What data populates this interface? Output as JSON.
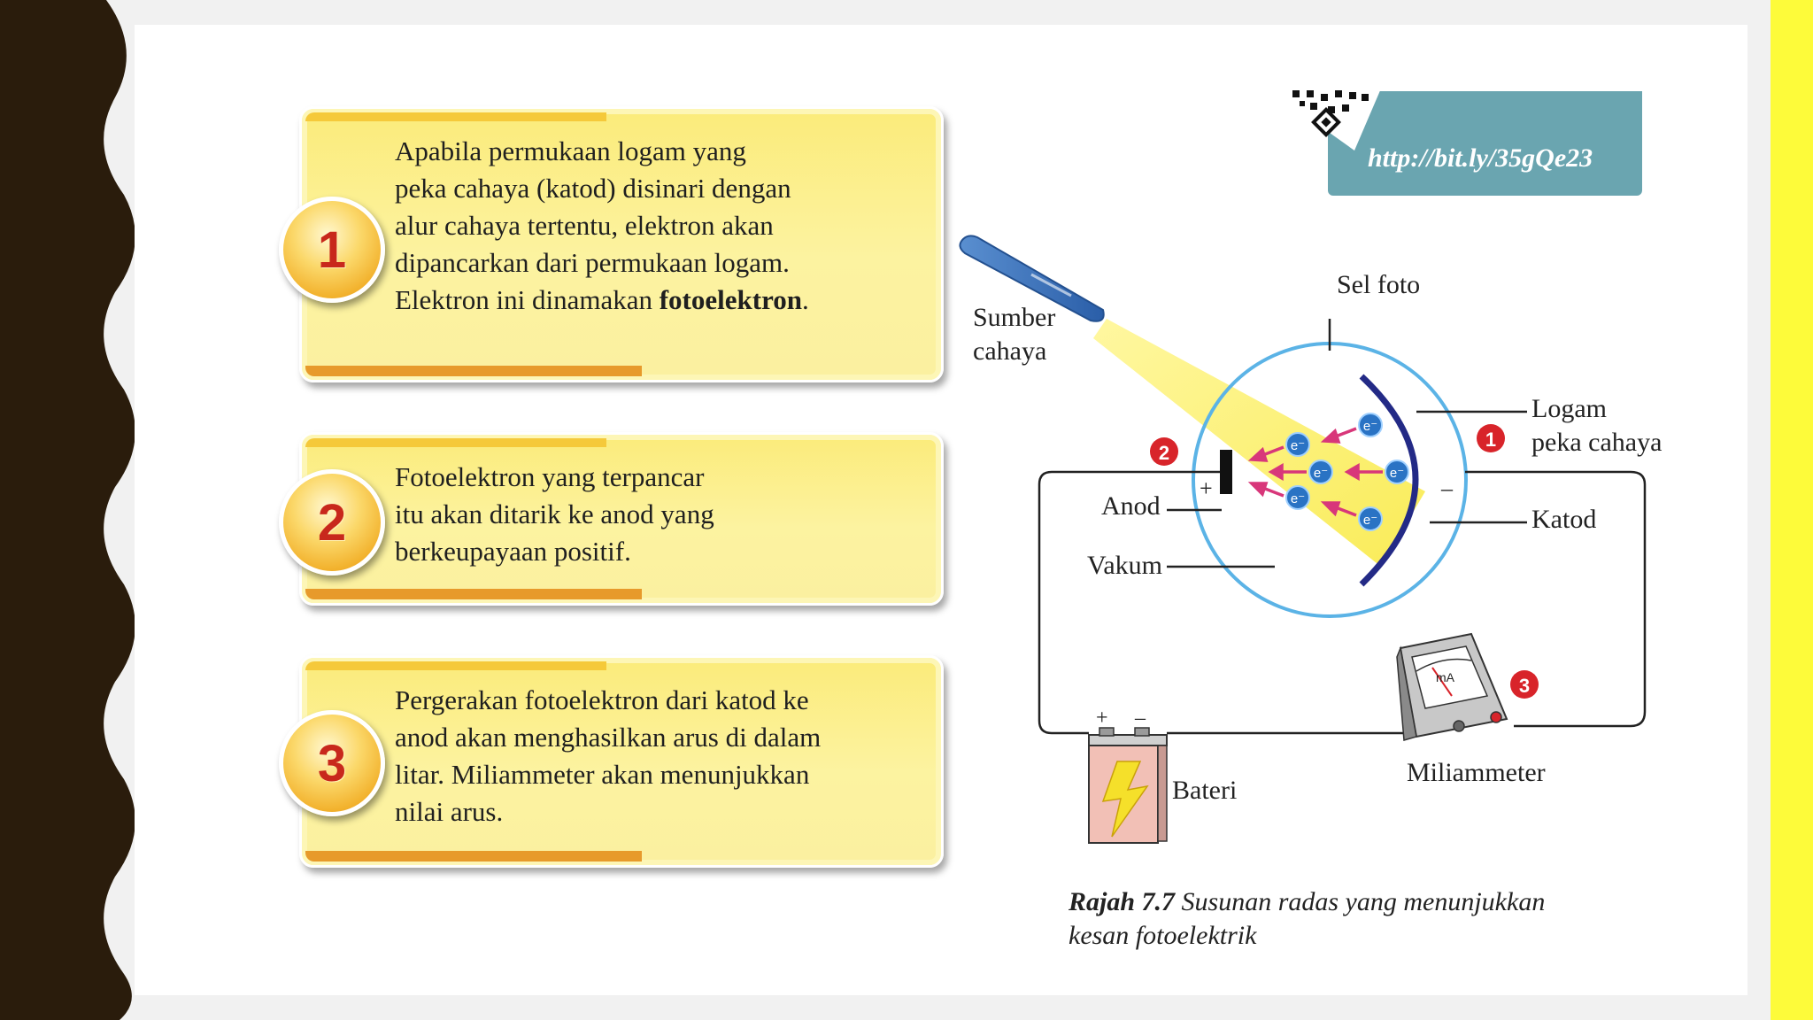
{
  "colors": {
    "left_band": "#2a1c0c",
    "right_band": "#fdfb3a",
    "card_fill": "#fcf3a0",
    "badge_number": "#c8281c",
    "link_box": "#6aa5b0",
    "electron": "#2a73c4",
    "arrow": "#d8377a",
    "cell_outline": "#5bb3e6",
    "cathode": "#232a86",
    "marker": "#d8242a"
  },
  "steps": [
    {
      "number": "1",
      "text": "Apabila permukaan logam yang\npeka cahaya (katod) disinari dengan\nalur cahaya tertentu, elektron akan\ndipancarkan dari permukaan logam.\nElektron ini dinamakan ",
      "bold": "fotoelektron",
      "suffix": "."
    },
    {
      "number": "2",
      "text": "Fotoelektron yang terpancar\nitu akan ditarik ke anod yang\nberkeupayaan positif.",
      "bold": "",
      "suffix": ""
    },
    {
      "number": "3",
      "text": "Pergerakan fotoelektron dari katod ke\nanod akan menghasilkan arus di dalam\nlitar. Miliammeter akan menunjukkan\nnilai arus.",
      "bold": "",
      "suffix": ""
    }
  ],
  "diagram": {
    "link": "http://bit.ly/35gQe23",
    "light_source": "Sumber\ncahaya",
    "photocell": "Sel foto",
    "metal": "Logam\npeka cahaya",
    "anode": "Anod",
    "cathode": "Katod",
    "vacuum": "Vakum",
    "battery": "Bateri",
    "milliammeter": "Miliammeter",
    "meter_unit": "mA",
    "plus": "+",
    "minus": "–",
    "electron_symbol": "e⁻",
    "markers": [
      "1",
      "2",
      "3"
    ]
  },
  "caption": {
    "bold": "Rajah 7.7",
    "text": " Susunan radas yang menunjukkan\nkesan fotoelektrik"
  }
}
